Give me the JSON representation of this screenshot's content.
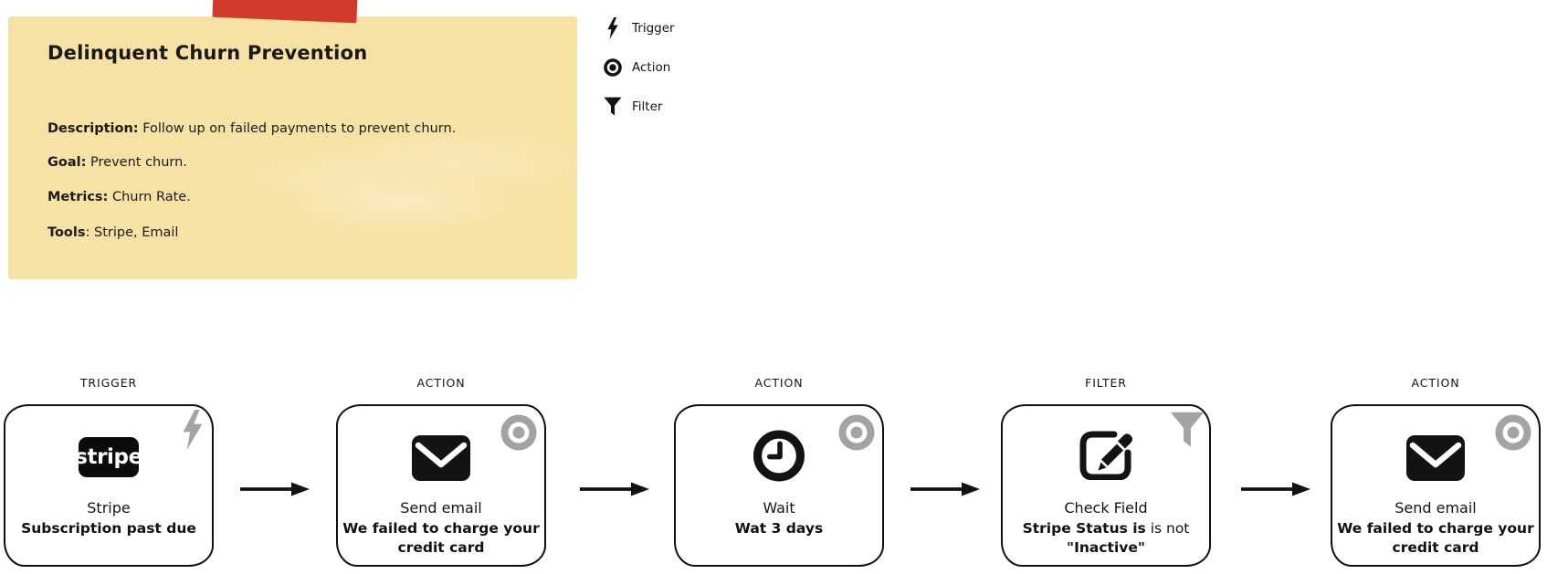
{
  "note": {
    "title": "Delinquent Churn Prevention",
    "fields": [
      {
        "label": "Description:",
        "text": " Follow up on failed payments to prevent churn."
      },
      {
        "label": "Goal:",
        "text": " Prevent churn."
      },
      {
        "label": "Metrics:",
        "text": " Churn Rate."
      },
      {
        "label": "Tools",
        "text": ": Stripe, Email"
      }
    ]
  },
  "legend": {
    "items": [
      {
        "icon": "lightning-bolt-icon",
        "label": "Trigger"
      },
      {
        "icon": "circle-dot-icon",
        "label": "Action"
      },
      {
        "icon": "funnel-icon",
        "label": "Filter"
      }
    ]
  },
  "flow": {
    "nodes": [
      {
        "type_label": "TRIGGER",
        "corner_icon": "lightning-bolt-icon",
        "main_icon": "stripe-logo",
        "logo_text": "stripe",
        "line1": "Stripe",
        "line2_bold": "Subscription past due"
      },
      {
        "type_label": "ACTION",
        "corner_icon": "circle-dot-icon",
        "main_icon": "envelope-icon",
        "line1": "Send email",
        "line2_bold": "We failed to charge your",
        "line3_bold": "credit card"
      },
      {
        "type_label": "ACTION",
        "corner_icon": "circle-dot-icon",
        "main_icon": "clock-icon",
        "line1": "Wait",
        "line2_bold": "Wat 3 days"
      },
      {
        "type_label": "FILTER",
        "corner_icon": "funnel-icon",
        "main_icon": "edit-pencil-icon",
        "line1": "Check Field",
        "line2_bold": "Stripe Status is",
        "line2_normal": " is not",
        "line3_bold": "\"Inactive\""
      },
      {
        "type_label": "ACTION",
        "corner_icon": "circle-dot-icon",
        "main_icon": "envelope-icon",
        "line1": "Send email",
        "line2_bold": "We failed to charge your",
        "line3_bold": "credit card"
      }
    ]
  },
  "colors": {
    "note-yellow": "#F7E2A5",
    "tape-red": "#D23A2D",
    "icon-gray": "#A3A3A3",
    "ink-black": "#131313"
  }
}
